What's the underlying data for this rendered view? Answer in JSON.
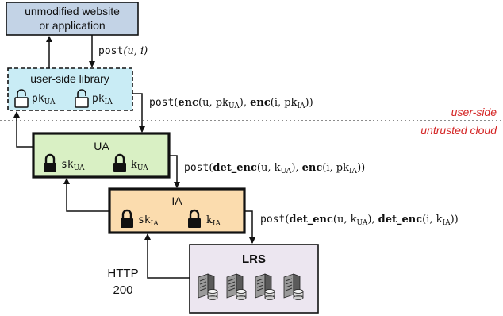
{
  "colors": {
    "website_fill": "#c3d3e6",
    "library_fill": "#c9ecf5",
    "ua_fill": "#d9f0c4",
    "ia_fill": "#fbdcae",
    "lrs_fill": "#ece6f0",
    "boundary_label": "#d42424",
    "line": "#111111"
  },
  "boxes": {
    "website": {
      "line1": "unmodified website",
      "line2": "or application"
    },
    "library": {
      "title": "user-side library",
      "key1": "pk",
      "key1_sub": "UA",
      "key2": "pk",
      "key2_sub": "IA"
    },
    "ua": {
      "title": "UA",
      "key1": "sk",
      "key1_sub": "UA",
      "key2": "k",
      "key2_sub": "UA"
    },
    "ia": {
      "title": "IA",
      "key1": "sk",
      "key1_sub": "IA",
      "key2": "k",
      "key2_sub": "IA"
    },
    "lrs": {
      "title": "LRS",
      "server_count": 4
    }
  },
  "boundary": {
    "top_label": "user-side",
    "bottom_label": "untrusted cloud"
  },
  "messages": {
    "m1": {
      "fn": "post",
      "args": "(u, i)"
    },
    "m2": {
      "fn": "post",
      "a": "(",
      "enc1": "enc",
      "enc1_args": "(u, pk",
      "enc1_sub": "UA",
      "mid": "), ",
      "enc2": "enc",
      "enc2_args": "(i, pk",
      "enc2_sub": "IA",
      "end": "))"
    },
    "m3": {
      "fn": "post",
      "a": "(",
      "enc1": "det_enc",
      "enc1_args": "(u, k",
      "enc1_sub": "UA",
      "mid": "), ",
      "enc2": "enc",
      "enc2_args": "(i, pk",
      "enc2_sub": "IA",
      "end": "))"
    },
    "m4": {
      "fn": "post",
      "a": "(",
      "enc1": "det_enc",
      "enc1_args": "(u, k",
      "enc1_sub": "UA",
      "mid": "), ",
      "enc2": "det_enc",
      "enc2_args": "(i, k",
      "enc2_sub": "IA",
      "end": "))"
    }
  },
  "http_status": {
    "line1": "HTTP",
    "line2": "200"
  },
  "icons": [
    "padlock-open-icon",
    "padlock-closed-icon",
    "server-icon",
    "arrow-icon"
  ]
}
